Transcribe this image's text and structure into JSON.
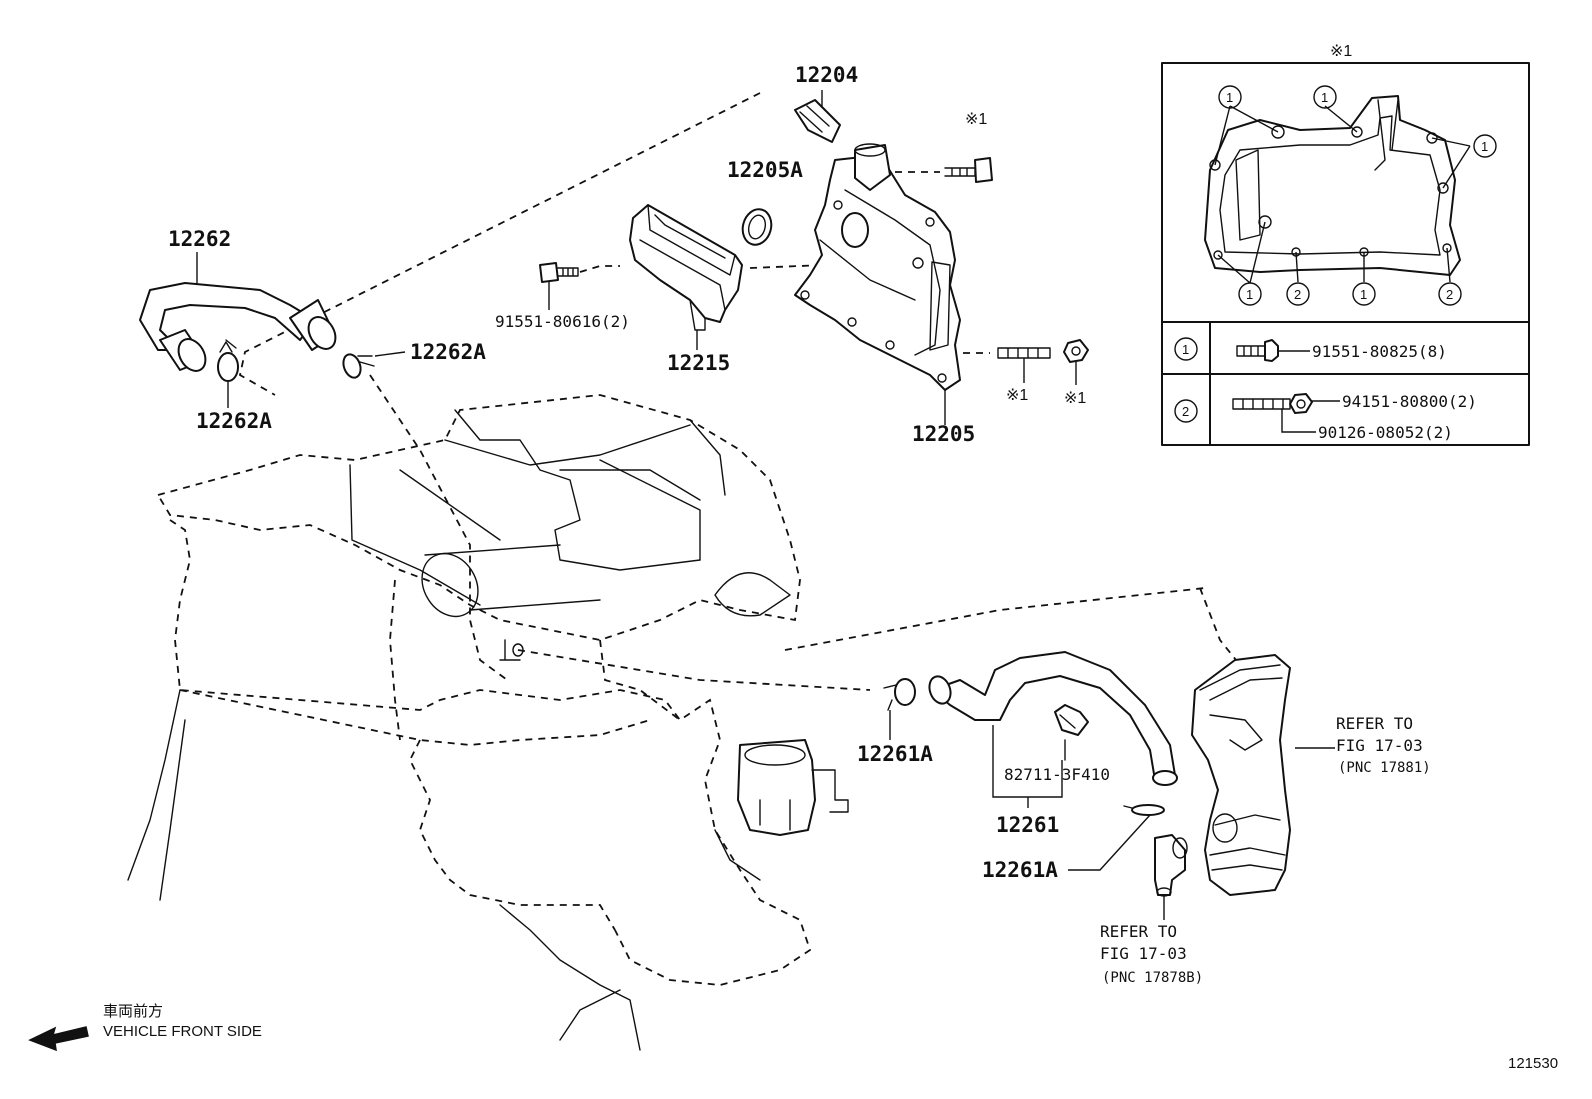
{
  "labels": {
    "p12204": "12204",
    "p12205A": "12205A",
    "p12262": "12262",
    "p91551_80616": "91551-80616(2)",
    "p12215": "12215",
    "p12262A_top": "12262A",
    "p12262A_left": "12262A",
    "mark1_bolt": "※1",
    "mark1_stud": "※1",
    "mark1_nut": "※1",
    "p12205": "12205",
    "p12261A_mid": "12261A",
    "p82711": "82711-3F410",
    "p12261": "12261",
    "p12261A_low": "12261A"
  },
  "refs": {
    "ref1_line1": "REFER TO",
    "ref1_line2": "FIG 17-03",
    "ref1_line3": "(PNC 17881)",
    "ref2_line1": "REFER TO",
    "ref2_line2": "FIG 17-03",
    "ref2_line3": "(PNC 17878B)"
  },
  "inset": {
    "title": "※1",
    "callout": "1",
    "callout2": "2",
    "rows": [
      {
        "key": "1",
        "parts": [
          "91551-80825(8)"
        ]
      },
      {
        "key": "2",
        "parts": [
          "94151-80800(2)",
          "90126-08052(2)"
        ]
      }
    ]
  },
  "direction": {
    "jp": "車両前方",
    "en": "VEHICLE FRONT SIDE"
  },
  "figure_number": "121530"
}
